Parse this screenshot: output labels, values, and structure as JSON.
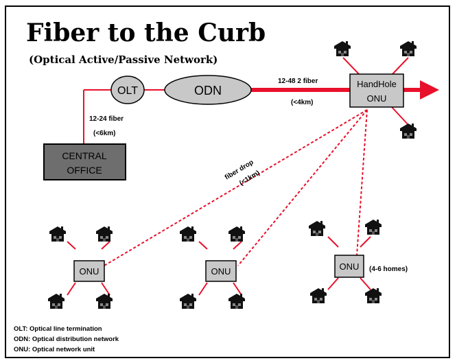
{
  "title": "Fiber to the Curb",
  "subtitle": "(Optical Active/Passive Network)",
  "nodes": {
    "olt": "OLT",
    "odn": "ODN",
    "handhole_line1": "HandHole",
    "handhole_line2": "ONU",
    "central_line1": "CENTRAL",
    "central_line2": "OFFICE",
    "onu_left": "ONU",
    "onu_middle": "ONU",
    "onu_right": "ONU"
  },
  "links": {
    "olt_to_office_line1": "12-24 fiber",
    "olt_to_office_line2": "(<6km)",
    "odn_to_handhole_line1": "12-48 2 fiber",
    "odn_to_handhole_line2": "(<4km)",
    "drop_line1": "fiber drop",
    "drop_line2": "(<1km)",
    "onu_right_note": "(4-6 homes)"
  },
  "legend": [
    "OLT: Optical line termination",
    "ODN: Optical distribution network",
    "ONU: Optical network unit"
  ],
  "colors": {
    "fiber": "#e8102a",
    "box_fill": "#c8c8c8",
    "central_fill": "#6e6e6e",
    "house": "#111111"
  }
}
